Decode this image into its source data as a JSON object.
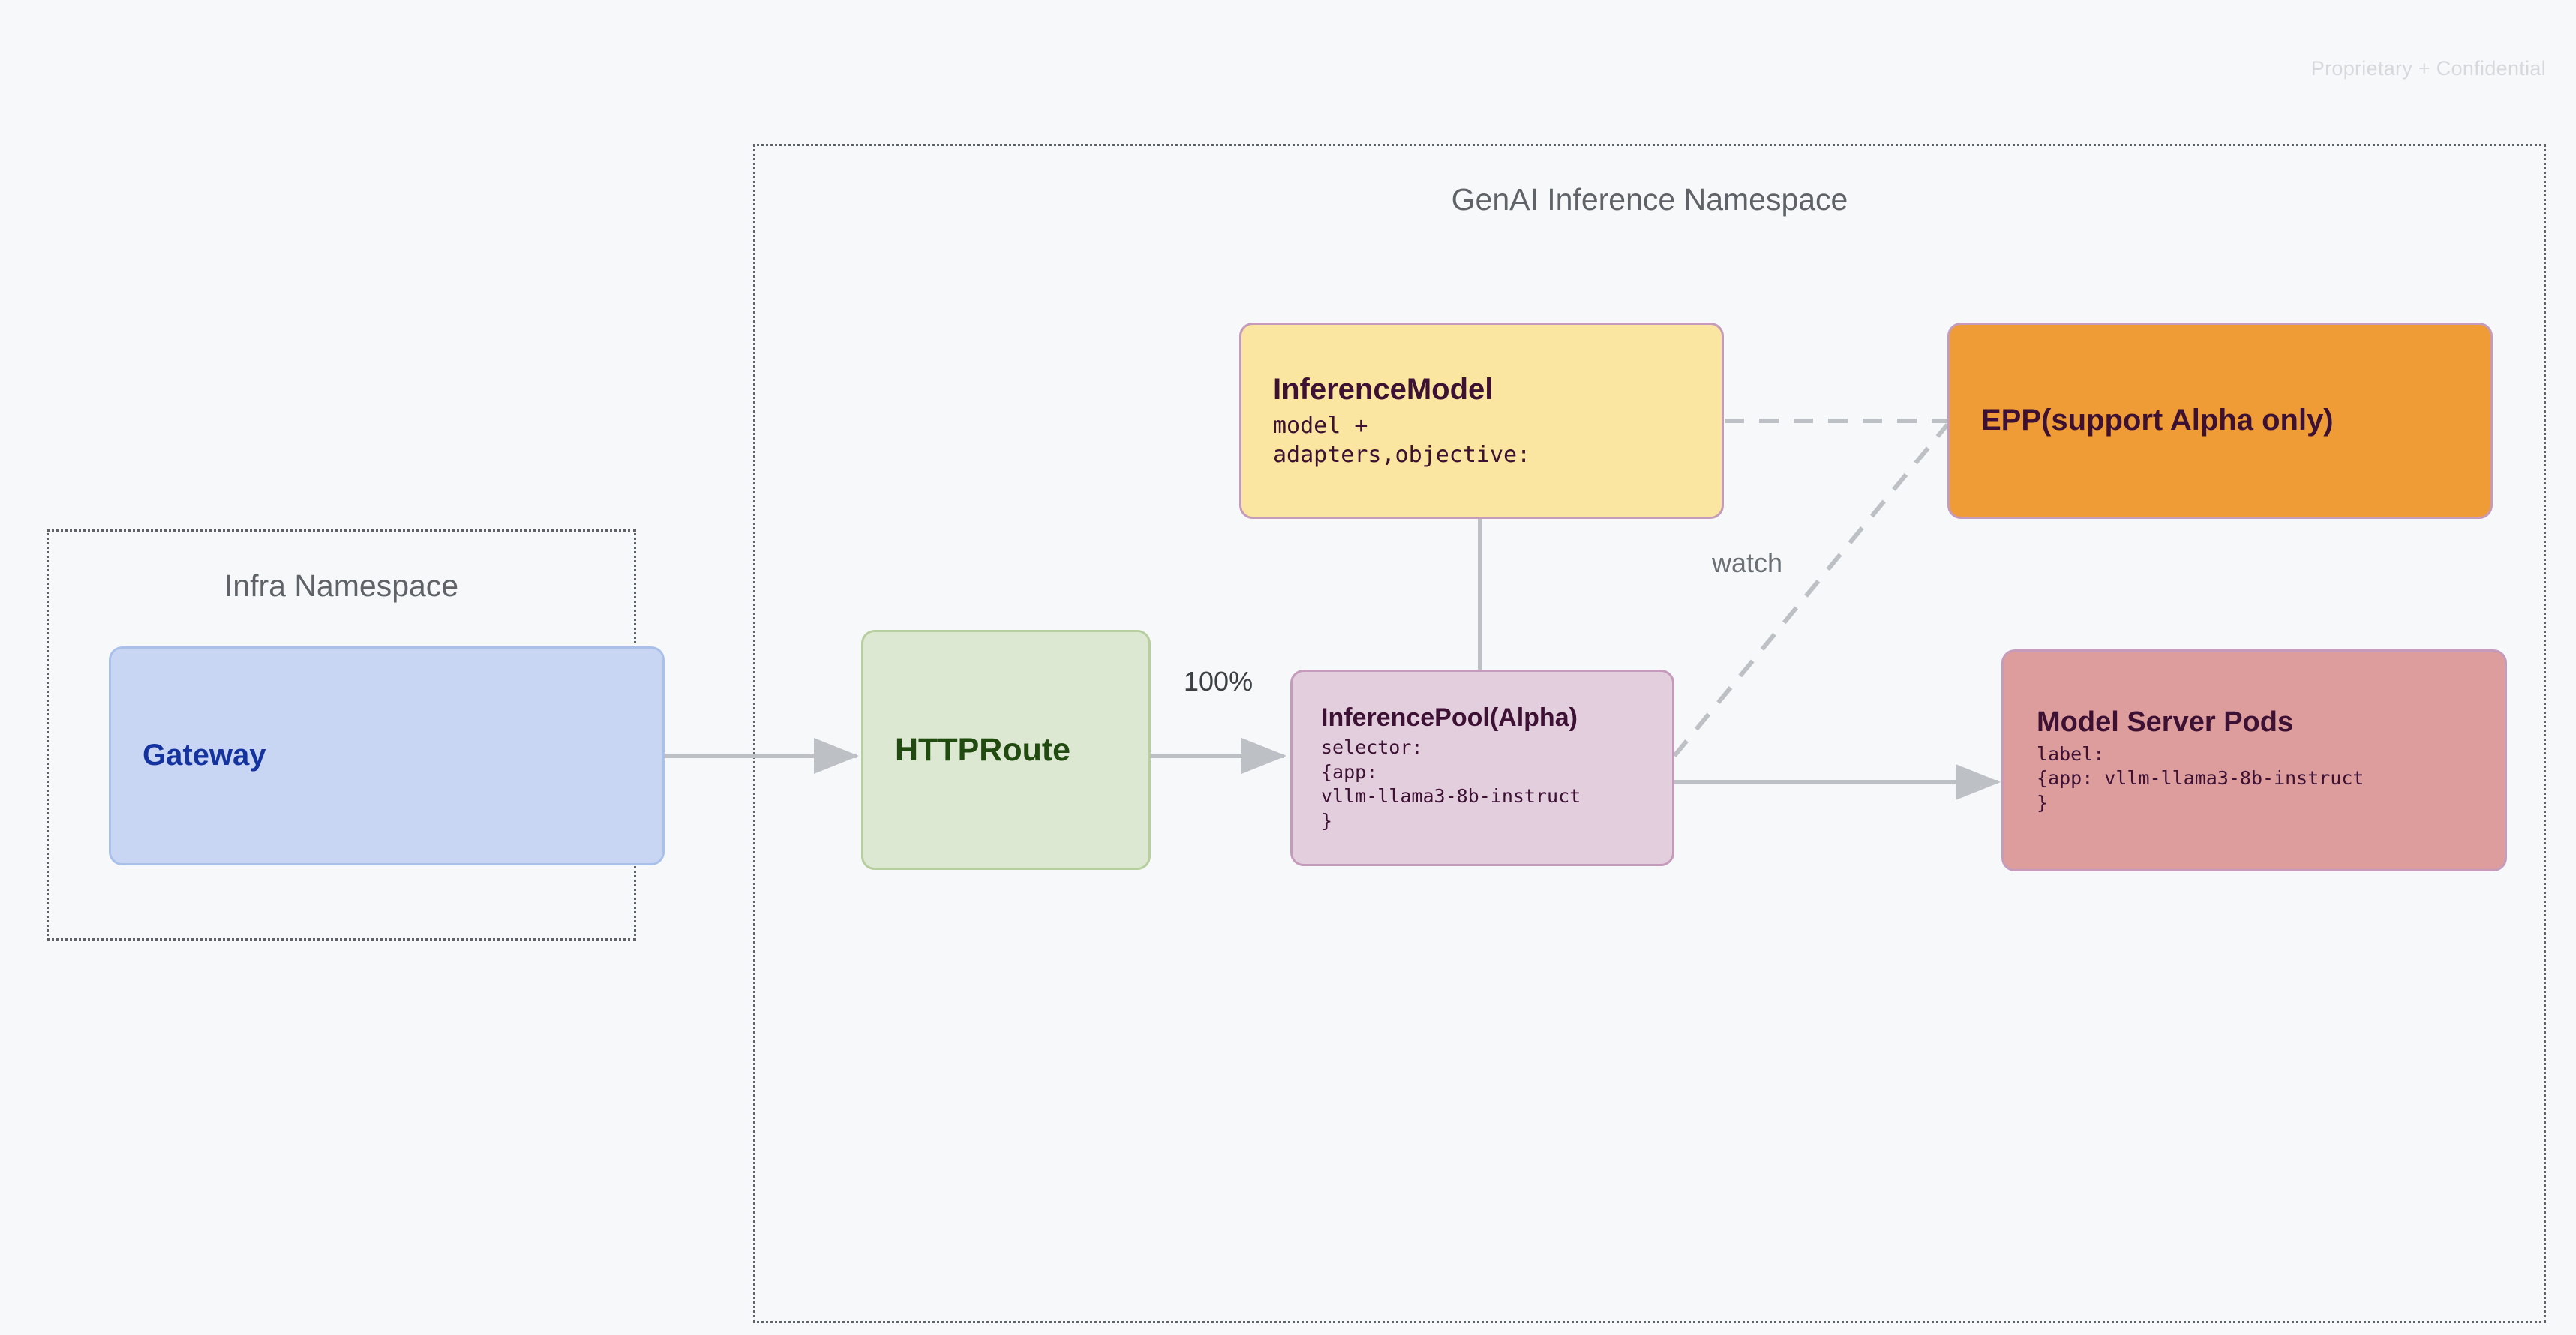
{
  "watermark": "Proprietary + Confidential",
  "namespaces": [
    {
      "id": "infra",
      "label": "Infra Namespace"
    },
    {
      "id": "genai",
      "label": "GenAI Inference Namespace"
    }
  ],
  "nodes": {
    "gateway": {
      "title": "Gateway",
      "sub": ""
    },
    "httproute": {
      "title": "HTTPRoute",
      "sub": ""
    },
    "inference_model": {
      "title": "InferenceModel",
      "sub": "model +\nadapters,objective:"
    },
    "inference_pool": {
      "title": "InferencePool(Alpha)",
      "sub": "selector:\n{app:\nvllm-llama3-8b-instruct\n}"
    },
    "epp": {
      "title": "EPP(support Alpha only)",
      "sub": ""
    },
    "model_server_pods": {
      "title": "Model Server Pods",
      "sub": "label:\n{app: vllm-llama3-8b-instruct\n}"
    }
  },
  "edges": [
    {
      "id": "gateway-to-httproute",
      "label": "",
      "style": "solid"
    },
    {
      "id": "httproute-to-inferencepool",
      "label": "100%",
      "style": "solid"
    },
    {
      "id": "inferencemodel-to-inferencepool",
      "label": "",
      "style": "solid"
    },
    {
      "id": "inferencepool-to-modelserverpods",
      "label": "",
      "style": "solid"
    },
    {
      "id": "inferencemodel-to-epp",
      "label": "",
      "style": "dashed"
    },
    {
      "id": "inferencepool-to-epp",
      "label": "watch",
      "style": "dashed"
    }
  ],
  "colors": {
    "background": "#f7f8fa",
    "gateway_fill": "#c8d6f3",
    "httproute_fill": "#dde8d2",
    "inference_model_fill": "#fae6a0",
    "inference_pool_fill": "#e3cedd",
    "epp_fill": "#ef9c36",
    "model_server_pods_fill": "#dd9d9d",
    "node_border": "#c49bbb",
    "edge": "#bdc1c6",
    "namespace_border": "#5f6368",
    "namespace_label": "#5f6368",
    "watermark": "#d6d8dc"
  }
}
